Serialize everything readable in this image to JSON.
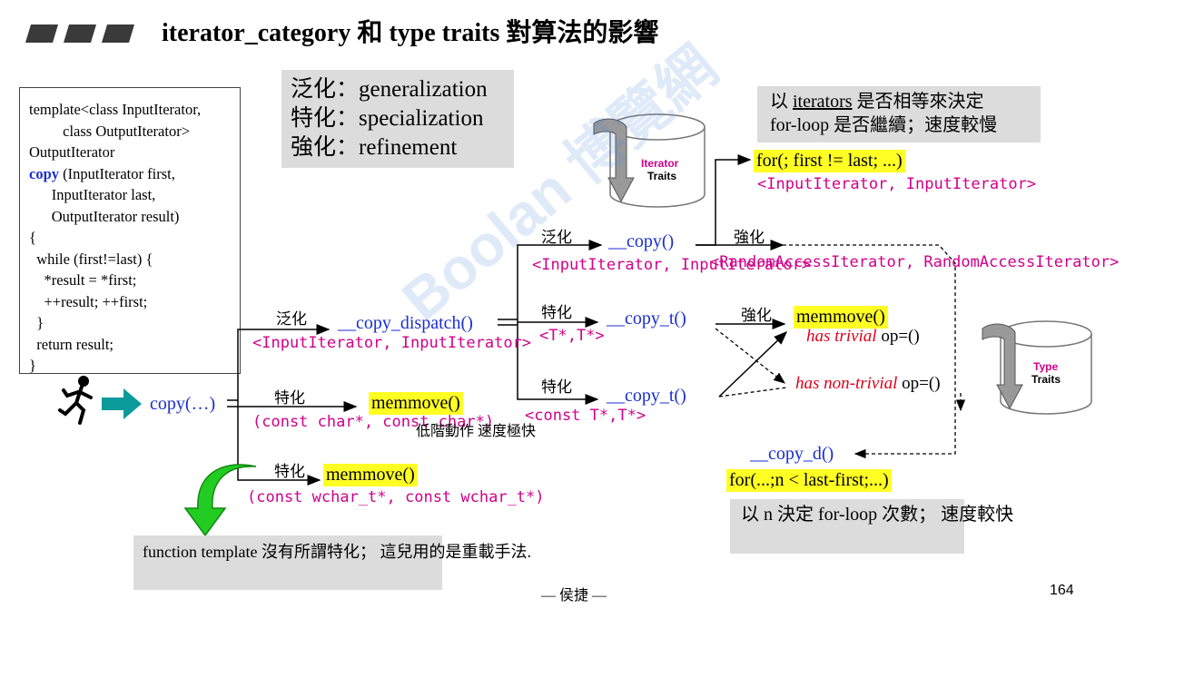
{
  "title": "iterator_category 和 type traits 對算法的影響",
  "terms": [
    "泛化：generalization",
    "特化：specialization",
    "強化：refinement"
  ],
  "code_box": [
    "template<class InputIterator,",
    "         class OutputIterator>",
    "OutputIterator",
    "copy (InputIterator first,",
    "      InputIterator last,",
    "      OutputIterator result)",
    "{",
    "  while (first!=last) {",
    "    *result = *first;",
    "    ++result; ++first;",
    "  }",
    "  return result;",
    "}"
  ],
  "code_keyword": "copy",
  "nodes": {
    "copy_call": "copy(…)",
    "copy_dispatch": "__copy_dispatch()",
    "copy_dispatch_params": "<InputIterator,\nInputIterator>",
    "memmove_char": "memmove()",
    "memmove_char_params": "(const char*,\n const char*)",
    "low_level_note": "低階動作\n速度極快",
    "memmove_wchar": "memmove()",
    "memmove_wchar_params": "(const wchar_t*,\n const wchar_t*)",
    "copy_generic": "__copy()",
    "copy_generic_params": "<InputIterator,\n InputIterator>",
    "copy_t_ptr": "__copy_t()",
    "copy_t_ptr_params": "<T*,T*>",
    "copy_t_const": "__copy_t()",
    "copy_t_const_params": "<const T*,T*>",
    "for_loop_input": "for(; first != last; ...)",
    "for_loop_input_params": "<InputIterator,\n InputIterator>",
    "random_access_params": "<RandomAccessIterator,\n RandomAccessIterator>",
    "memmove_trivial": "memmove()",
    "has_trivial_italic": "has trivial",
    "has_trivial_rest": " op=()",
    "has_non_trivial_italic": "has non-trivial",
    "has_non_trivial_rest": " op=()",
    "copy_d": "__copy_d()",
    "for_loop_n": "for(...;n < last-first;...)"
  },
  "edge_labels": {
    "generalization": "泛化",
    "specialization": "特化",
    "refinement": "強化"
  },
  "notes": {
    "iterator_compare_prefix": "以 ",
    "iterator_compare_link": "iterators",
    "iterator_compare_rest": " 是否相等來決定",
    "iterator_compare_line2": "for-loop 是否繼續；速度較慢",
    "n_decides": "以 n 決定 for-loop 次數；\n速度較快",
    "function_template": "function template 沒有所謂特化；\n這兒用的是重載手法."
  },
  "cylinders": {
    "iterator_traits_line1": "Iterator",
    "iterator_traits_line2": "Traits",
    "type_traits_line1": "Type",
    "type_traits_line2": "Traits"
  },
  "footer": {
    "author": "— 侯捷 —",
    "page": "164"
  },
  "watermark": "Boolan 博覽網",
  "colors": {
    "code_blue": "#1a2fd0",
    "param_magenta": "#d0008a",
    "highlight": "#ffff24",
    "note_gray": "#dcdcdc",
    "arrow_teal": "#0a9a9a",
    "italic_red": "#e0001a"
  }
}
